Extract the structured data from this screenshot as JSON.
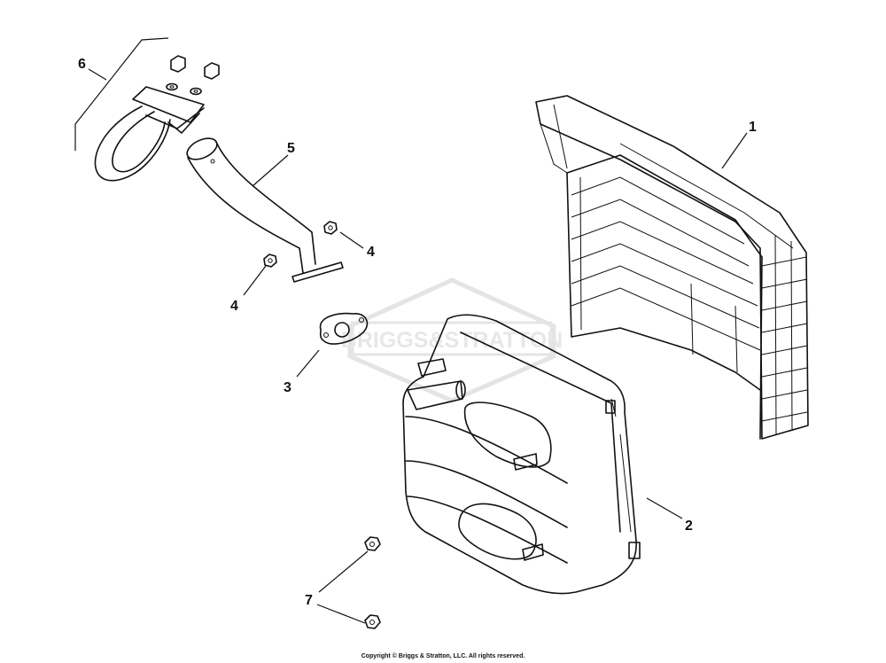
{
  "callouts": {
    "p1": "1",
    "p2": "2",
    "p3": "3",
    "p4a": "4",
    "p4b": "4",
    "p5": "5",
    "p6": "6",
    "p7": "7"
  },
  "watermark_text": "BRIGGS&STRATTON",
  "copyright": "Copyright © Briggs & Stratton, LLC. All rights reserved.",
  "colors": {
    "line": "#111111",
    "watermark": "#d9d9d9",
    "background": "#ffffff"
  }
}
